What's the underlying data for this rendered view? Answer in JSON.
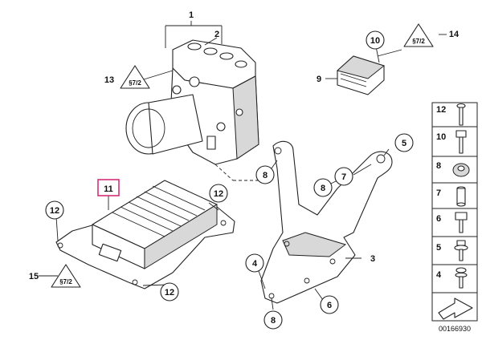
{
  "diagram_ref": "00166930",
  "callouts": [
    {
      "id": "c1",
      "label": "1"
    },
    {
      "id": "c2",
      "label": "2"
    },
    {
      "id": "c13",
      "label": "13"
    },
    {
      "id": "c10",
      "label": "10"
    },
    {
      "id": "c14",
      "label": "14"
    },
    {
      "id": "c9",
      "label": "9"
    },
    {
      "id": "c5",
      "label": "5"
    },
    {
      "id": "c8a",
      "label": "8"
    },
    {
      "id": "c7",
      "label": "7"
    },
    {
      "id": "c8b",
      "label": "8"
    },
    {
      "id": "c11",
      "label": "11"
    },
    {
      "id": "c12a",
      "label": "12"
    },
    {
      "id": "c12b",
      "label": "12"
    },
    {
      "id": "c12c",
      "label": "12"
    },
    {
      "id": "c15",
      "label": "15"
    },
    {
      "id": "c3",
      "label": "3"
    },
    {
      "id": "c4",
      "label": "4"
    },
    {
      "id": "c6",
      "label": "6"
    },
    {
      "id": "c8c",
      "label": "8"
    }
  ],
  "warning_symbols": [
    {
      "id": "w13",
      "text": "§7/2"
    },
    {
      "id": "w14",
      "text": "§7/2"
    },
    {
      "id": "w15",
      "text": "§7/2"
    }
  ],
  "sidebar_items": [
    {
      "label": "12",
      "part": "bolt-long"
    },
    {
      "label": "10",
      "part": "bolt-hex"
    },
    {
      "label": "8",
      "part": "rubber-mount"
    },
    {
      "label": "7",
      "part": "sleeve"
    },
    {
      "label": "6",
      "part": "bolt-hex-short"
    },
    {
      "label": "5",
      "part": "bolt-washer"
    },
    {
      "label": "4",
      "part": "screw-washer"
    }
  ],
  "colors": {
    "highlight": "#d6307a",
    "line": "#222222"
  }
}
